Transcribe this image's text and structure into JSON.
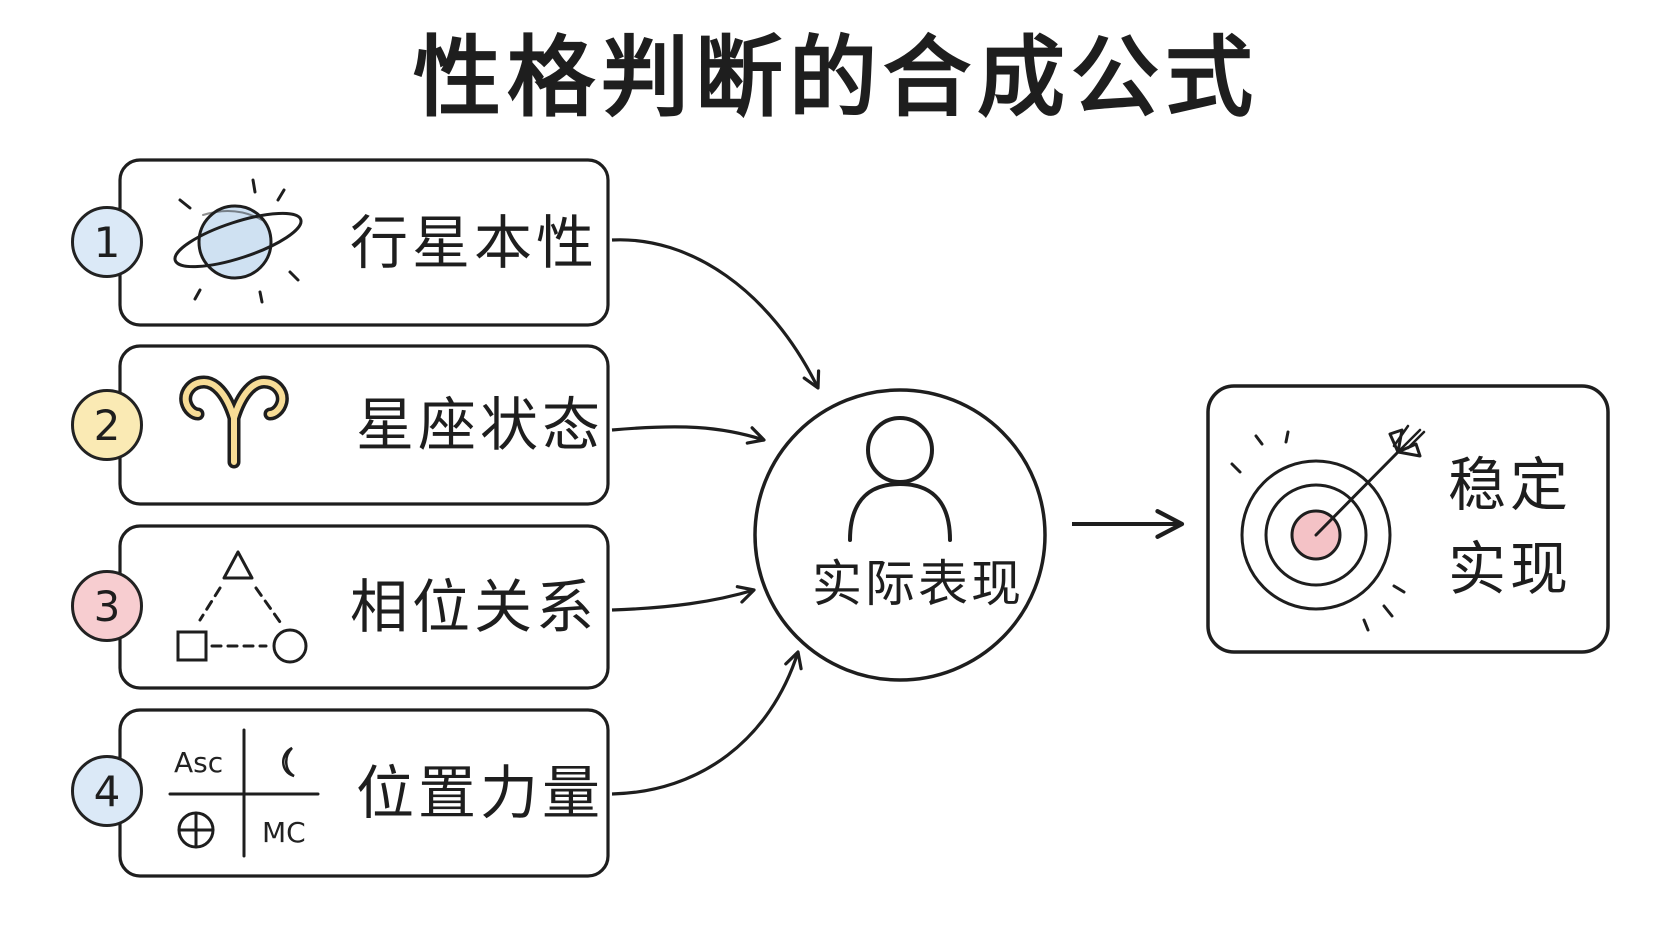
{
  "title": "性格判断的合成公式",
  "factors": [
    {
      "number": "1",
      "label": "行星本性",
      "icon": "planet-icon",
      "badge_color": "#dbe9f7"
    },
    {
      "number": "2",
      "label": "星座状态",
      "icon": "aries-glyph-icon",
      "badge_color": "#faeab4"
    },
    {
      "number": "3",
      "label": "相位关系",
      "icon": "aspect-triangle-icon",
      "badge_color": "#f7cdd0"
    },
    {
      "number": "4",
      "label": "位置力量",
      "icon": "chart-quadrant-icon",
      "badge_color": "#dbe9f7"
    }
  ],
  "quadrant_icon": {
    "asc": "Asc",
    "mc": "MC"
  },
  "center": {
    "label": "实际表现",
    "icon": "person-icon"
  },
  "result": {
    "line1": "稳定",
    "line2": "实现",
    "icon": "target-arrow-icon"
  },
  "colors": {
    "stroke": "#1e1e1e",
    "planet_fill": "#cfe1f2",
    "target_bullseye": "#f4c2c6"
  }
}
